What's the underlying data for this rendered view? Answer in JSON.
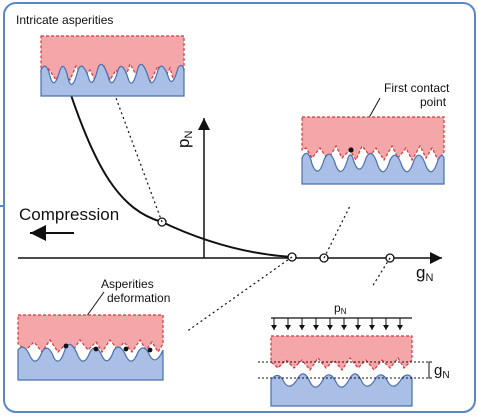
{
  "labels": {
    "top_panel": "Intricate asperities",
    "first_contact": "First contact",
    "first_contact_line2": "point",
    "compression": "Compression",
    "deformation_line1": "Asperities",
    "deformation_line2": "deformation",
    "axis_y": "p",
    "axis_y_sub": "N",
    "axis_x": "g",
    "axis_x_sub": "N",
    "pressure": "p",
    "pressure_sub": "N",
    "gap": "g",
    "gap_sub": "N"
  },
  "colors": {
    "frame_border": "#5b86c4",
    "upper_body_fill": "#f4a6a8",
    "upper_body_stroke": "#d23a3a",
    "lower_body_fill": "#a9bfe6",
    "lower_body_stroke": "#4a6fb0",
    "ink": "#111111"
  }
}
